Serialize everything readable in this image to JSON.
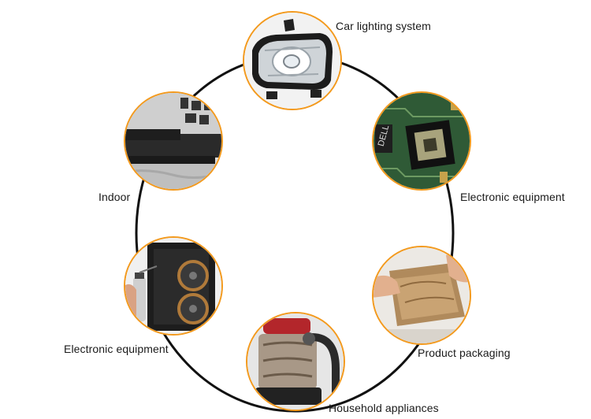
{
  "colors": {
    "ring": "#111111",
    "node_border": "#f39a1e",
    "text": "#1a1a1a"
  },
  "nodes": [
    {
      "id": "car-lighting",
      "label": "Car lighting system",
      "icon": "headlight-photo"
    },
    {
      "id": "electronic-equipment-1",
      "label": "Electronic equipment",
      "icon": "circuit-board-photo"
    },
    {
      "id": "product-packaging",
      "label": "Product packaging",
      "icon": "packaging-paper-photo"
    },
    {
      "id": "household-appliances",
      "label": "Household appliances",
      "icon": "vacuum-cleaner-photo"
    },
    {
      "id": "electronic-equipment-2",
      "label": "Electronic equipment",
      "icon": "computer-case-spray-photo"
    },
    {
      "id": "indoor",
      "label": "Indoor",
      "icon": "sofa-room-photo"
    }
  ]
}
